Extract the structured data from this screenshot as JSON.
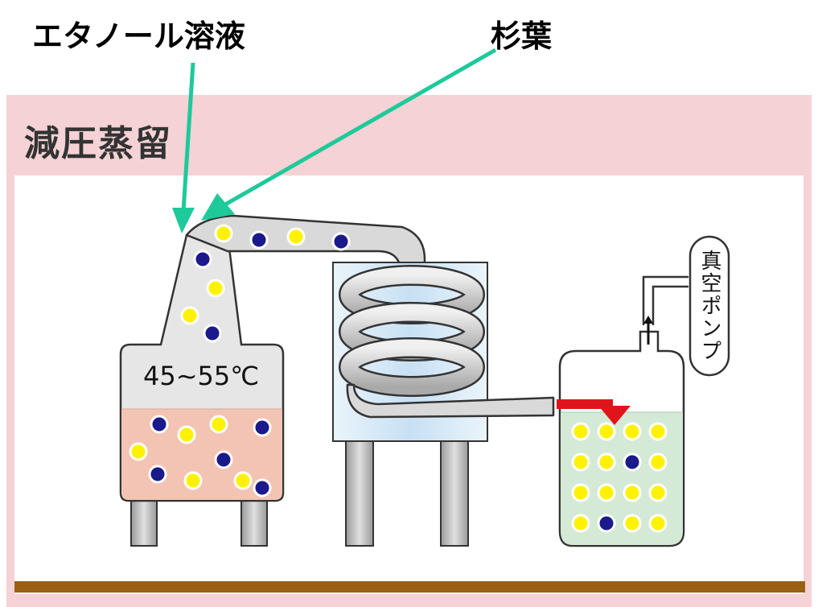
{
  "annotations": {
    "ethanol_solution": "エタノール溶液",
    "sugi_leaf": "杉葉"
  },
  "panel": {
    "title": "減圧蒸留"
  },
  "still": {
    "temperature": "45~55℃"
  },
  "receiver": {
    "pump_label": "真空ポンプ"
  },
  "colors": {
    "arrow": "#1ec99a",
    "panel_bg": "#f5d2d5",
    "liquid_boiler": "#f3c4b3",
    "liquid_receiver": "#d4ead6",
    "condenser": "#cfe5f5",
    "pipe": "#d9d9d9",
    "flow_arrow": "#e0151b",
    "molecule_yellow": "#fff200",
    "molecule_blue": "#1a1a8c",
    "floor": "#9a5f12"
  }
}
